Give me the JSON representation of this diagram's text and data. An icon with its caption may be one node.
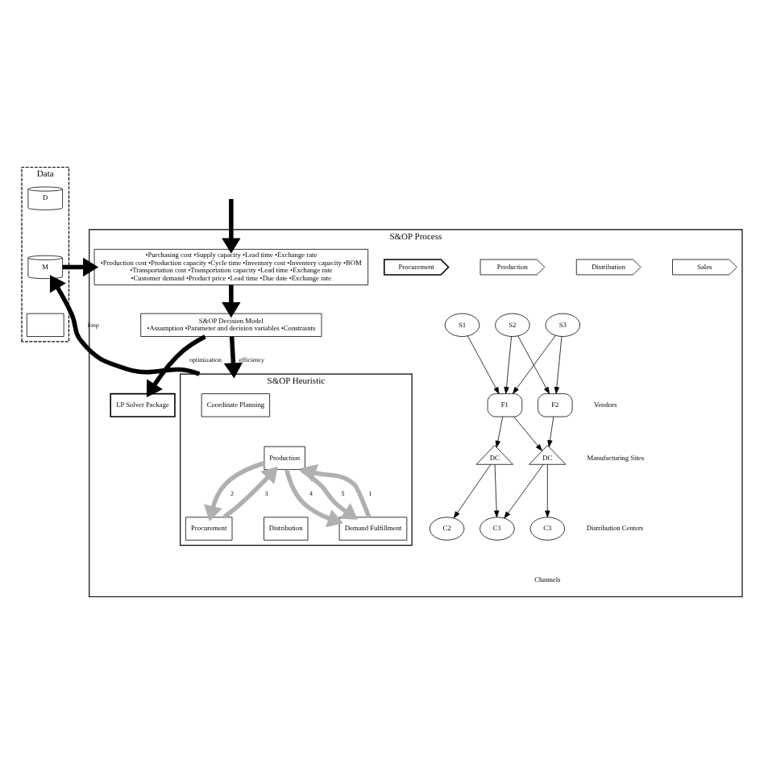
{
  "diagram": {
    "nodes": [
      {
        "text": [
          "S&OP Process"
        ]
      },
      {
        "text": [
          "Procurement"
        ],
        "in": 0
      },
      {
        "text": [
          "Production"
        ],
        "in": 0
      },
      {
        "text": [
          "Distribution"
        ],
        "in": 0
      },
      {
        "text": [
          "Sales"
        ],
        "in": 0
      },
      {
        "text": [
          "S1"
        ],
        "in": 0
      },
      {
        "text": [
          "S2"
        ],
        "in": 0
      },
      {
        "text": [
          "S3"
        ],
        "in": 0
      },
      {
        "text": [
          "F1"
        ],
        "in": 0
      },
      {
        "text": [
          "F2"
        ],
        "in": 0
      },
      {
        "text": [
          "DC"
        ],
        "in": 0
      },
      {
        "text": [
          "DC"
        ],
        "in": 0
      },
      {
        "text": [
          "C2"
        ],
        "in": 0
      },
      {
        "text": [
          "C1"
        ],
        "in": 0
      },
      {
        "text": [
          "C3"
        ],
        "in": 0
      },
      {
        "text": [
          "•Purchasing cost •Supply capacity •Lead time •Exchange rate",
          "•Production cost •Production capacity •Cycle time •Inventory cost •Inventory capacity •BOM",
          "•Transportation cost •Transportation capacity •Lead time •Exchange rate",
          "•Customer demand •Product price •Lead time •Due date •Exchange rate"
        ],
        "in": 0
      },
      {
        "text": [
          "S&OP Decision Model",
          "•Assumption •Parameter and decision variables •Constraints"
        ],
        "in": 0
      },
      {
        "text": [
          "LP Solver Package"
        ],
        "in": 0
      },
      {
        "text": [
          "S&OP Heuristic"
        ],
        "in": 0
      },
      {
        "text": [
          "Coordinate Planning"
        ],
        "in": 18
      },
      {
        "text": [
          "Procurement"
        ],
        "in": 18
      },
      {
        "text": [
          "Production"
        ],
        "in": 18
      },
      {
        "text": [
          "Distribution"
        ],
        "in": 18
      },
      {
        "text": [
          "Demand Fulfillment"
        ],
        "in": 18
      },
      {
        "text": [
          "Data"
        ]
      },
      {
        "text": [
          "D"
        ],
        "in": 24
      },
      {
        "text": [
          "M"
        ],
        "in": 24
      },
      {
        "text": [],
        "shape": "box",
        "in": 24
      }
    ],
    "edges": [
      {
        "from": 5,
        "to": 8,
        "arrow": "to"
      },
      {
        "from": 6,
        "to": 8,
        "arrow": "to"
      },
      {
        "from": 6,
        "to": 9,
        "arrow": "to"
      },
      {
        "from": 7,
        "to": 8,
        "arrow": "to"
      },
      {
        "from": 7,
        "to": 9,
        "arrow": "to"
      },
      {
        "from": 8,
        "to": 10,
        "arrow": "to"
      },
      {
        "from": 8,
        "to": 11,
        "arrow": "to"
      },
      {
        "from": 9,
        "to": 11,
        "arrow": "to"
      },
      {
        "from": 10,
        "to": 12,
        "arrow": "to"
      },
      {
        "from": 10,
        "to": 13,
        "arrow": "to"
      },
      {
        "from": 11,
        "to": 13,
        "arrow": "to"
      },
      {
        "from": 11,
        "to": 14,
        "arrow": "to"
      },
      {
        "from": null,
        "to": 15,
        "arrow": "to",
        "style": "thick"
      },
      {
        "from": 15,
        "to": 16,
        "arrow": "to",
        "style": "thick"
      },
      {
        "from": 16,
        "to": 17,
        "label": "optimization",
        "arrow": "to",
        "style": "thick"
      },
      {
        "from": 16,
        "to": 18,
        "label": "efficiency",
        "arrow": "to",
        "style": "thick"
      },
      {
        "from": 18,
        "to": 26,
        "label": "loop",
        "arrow": "to",
        "style": "thick"
      },
      {
        "from": 26,
        "to": 15,
        "arrow": "to",
        "style": "thick"
      },
      {
        "from": 23,
        "to": 21,
        "label": "1",
        "arrow": "to",
        "style": "thick",
        "color": "#b0b0b0"
      },
      {
        "from": 21,
        "to": 20,
        "label": "2",
        "arrow": "to",
        "style": "thick",
        "color": "#b0b0b0"
      },
      {
        "from": 20,
        "to": 21,
        "label": "3",
        "arrow": "to",
        "style": "thick",
        "color": "#b0b0b0"
      },
      {
        "from": 21,
        "to": 23,
        "label": "4",
        "arrow": "to",
        "style": "thick",
        "color": "#b0b0b0"
      },
      {
        "from": 21,
        "to": 23,
        "label": "5",
        "arrow": "to",
        "style": "thick",
        "color": "#b0b0b0"
      }
    ],
    "labels": [
      "Vendors",
      "Manufacturing Sites",
      "Distribution Centers",
      "Channels"
    ]
  }
}
